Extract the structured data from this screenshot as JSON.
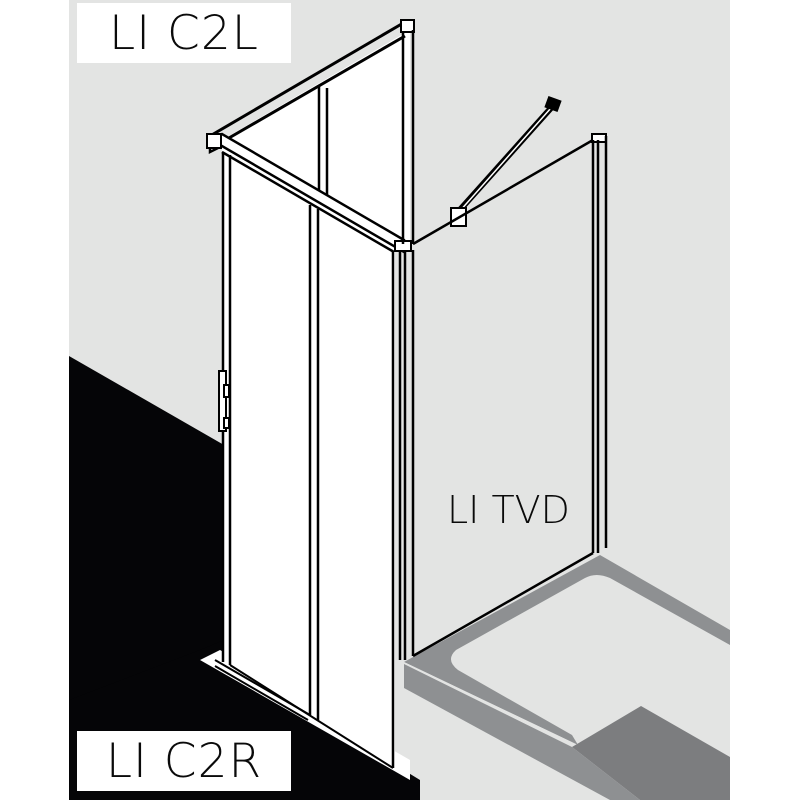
{
  "diagram": {
    "type": "isometric product line drawing",
    "subject": "shower enclosure with corner sliding doors and fixed side panel",
    "labels": {
      "top_left": "LI C2L",
      "bottom_left": "LI C2R",
      "center_right": "LI TVD"
    },
    "colors": {
      "background_canvas": "#ffffff",
      "wall": "#e3e4e3",
      "floor_dark": "#050507",
      "tray_rim": "#8e9092",
      "tray_shadow": "#7c7d7f",
      "glass": "#ffffff",
      "profile_line": "#000000"
    }
  }
}
